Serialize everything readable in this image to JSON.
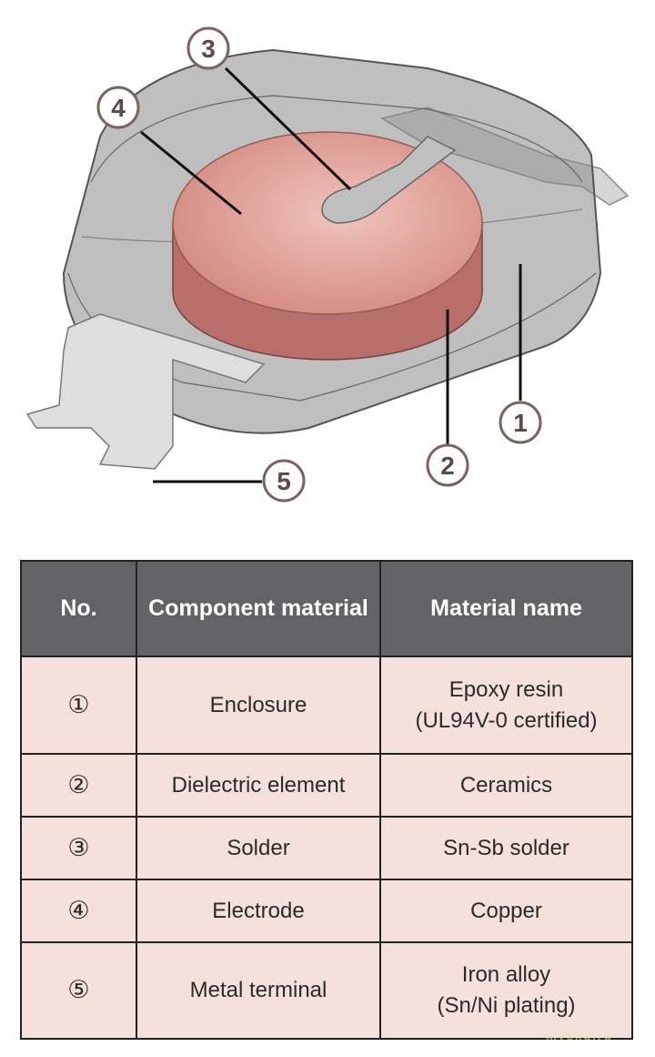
{
  "diagram": {
    "callouts": [
      {
        "number": "1",
        "part": "Enclosure"
      },
      {
        "number": "2",
        "part": "Dielectric element"
      },
      {
        "number": "3",
        "part": "Solder"
      },
      {
        "number": "4",
        "part": "Electrode"
      },
      {
        "number": "5",
        "part": "Metal terminal"
      }
    ],
    "colors": {
      "enclosure": "#8a8a8c",
      "disc": "#d89a90",
      "disc_side": "#b86e6a",
      "terminal": "#d8d8d8",
      "callout_ring": "#7a6462"
    }
  },
  "table": {
    "headers": [
      "No.",
      "Component material",
      "Material name"
    ],
    "rows": [
      {
        "no": "①",
        "component": "Enclosure",
        "material": "Epoxy resin",
        "material_note": "(UL94V-0 certified)"
      },
      {
        "no": "②",
        "component": "Dielectric element",
        "material": "Ceramics",
        "material_note": ""
      },
      {
        "no": "③",
        "component": "Solder",
        "material": "Sn-Sb solder",
        "material_note": ""
      },
      {
        "no": "④",
        "component": "Electrode",
        "material": "Copper",
        "material_note": ""
      },
      {
        "no": "⑤",
        "component": "Metal terminal",
        "material": "Iron alloy",
        "material_note": "(Sn/Ni plating)"
      }
    ],
    "colors": {
      "header_bg": "#636366",
      "row_bg": "#f5e0dc",
      "border": "#222222"
    }
  },
  "watermark": "mysku.ru"
}
